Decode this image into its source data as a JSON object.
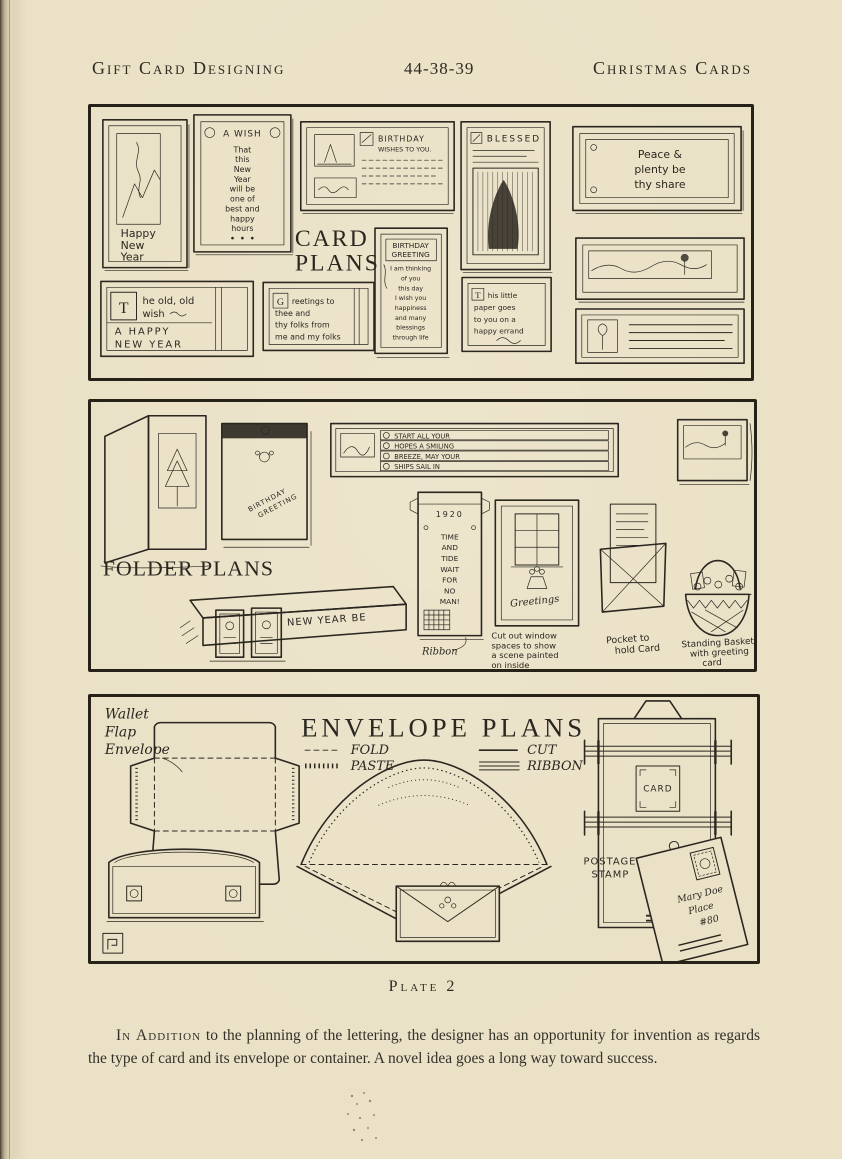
{
  "header": {
    "left": "Gift Card Designing",
    "center": "44-38-39",
    "right": "Christmas Cards"
  },
  "card_plans": {
    "title_line1": "CARD",
    "title_line2": "PLANS",
    "happy_card": {
      "lines": [
        "Happy",
        "New",
        "Year"
      ]
    },
    "wish_card": {
      "title": "A WISH",
      "lines": [
        "That",
        "this",
        "New",
        "Year",
        "will be",
        "one of",
        "best and",
        "happy",
        "hours"
      ]
    },
    "birthday_landscape": {
      "line1": "BIRTHDAY",
      "line2": "WISHES TO YOU."
    },
    "birthday_greeting": {
      "title1": "BIRTHDAY",
      "title2": "GREETING",
      "lines": [
        "I am thinking",
        "of you",
        "this day",
        "I wish you",
        "happiness",
        "and many",
        "blessings",
        "through life"
      ]
    },
    "blessed_card": {
      "title": "BLESSED"
    },
    "peace_card": {
      "lines": [
        "Peace &",
        "plenty be",
        "thy share"
      ]
    },
    "old_wish_card": {
      "initial": "T",
      "lines": [
        "he old, old",
        "wish",
        "A HAPPY",
        "NEW YEAR"
      ]
    },
    "folks_card": {
      "initial": "G",
      "lines": [
        "reetings to",
        "thee and",
        "thy folks from",
        "me and my folks"
      ]
    },
    "paper_card": {
      "initial": "T",
      "lines": [
        "his little",
        "paper goes",
        "to you on a",
        "happy errand"
      ]
    }
  },
  "folder_plans": {
    "title": "FOLDER PLANS",
    "notepad": {
      "lines": [
        "BIRTHDAY",
        "GREETING"
      ]
    },
    "banner": {
      "lines": [
        "START ALL YOUR",
        "HOPES A SMILING",
        "BREEZE, MAY YOUR",
        "SHIPS SAIL IN"
      ]
    },
    "ribbon_folder": {
      "year": "1920",
      "lines": [
        "TIME",
        "AND",
        "TIDE",
        "WAIT",
        "FOR",
        "NO",
        "MAN!"
      ]
    },
    "ribbon_label": "Ribbon",
    "window_card": {
      "script": "Greetings",
      "caption": [
        "Cut out window",
        "spaces to show",
        "a scene painted",
        "on inside"
      ]
    },
    "pocket_caption": [
      "Pocket to",
      "hold Card"
    ],
    "basket_caption": [
      "Standing Basket",
      "with greeting",
      "card"
    ],
    "tent_text": "NEW YEAR BE"
  },
  "envelope_plans": {
    "title": "ENVELOPE PLANS",
    "legend": {
      "fold": "FOLD",
      "paste": "PASTE",
      "cut": "CUT",
      "ribbon": "RIBBON"
    },
    "wallet_label": [
      "Wallet",
      "Flap",
      "Envelope"
    ],
    "card_label": "CARD",
    "postage_label": [
      "POSTAGE",
      "STAMP"
    ],
    "address_card": {
      "lines": [
        "Mary Doe",
        "Place",
        "#80"
      ]
    }
  },
  "footer": {
    "plate": "Plate 2",
    "paragraph_lead": "In Addition",
    "paragraph_rest": " to the planning of the lettering, the designer has an opportunity for invention as regards the type of card and its envelope or container.  A novel idea goes a long way toward success."
  }
}
